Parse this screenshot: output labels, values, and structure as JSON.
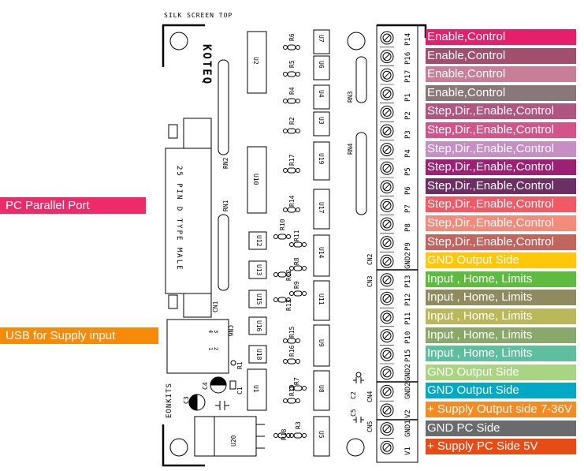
{
  "board": {
    "silk_title": "SILK SCREEN TOP",
    "logo": "KOTEQ",
    "brand": "EONKITS",
    "connector_text": "25 PIN D TYPE MALE",
    "components": {
      "u2": "U2",
      "u7": "U7",
      "u6": "U6",
      "u4": "U4",
      "u3": "U3",
      "u19": "U19",
      "u10": "U10",
      "u17": "U17",
      "u14": "U14",
      "u11": "U11",
      "u9": "U9",
      "u8": "U8",
      "u5": "U5",
      "u1": "U1",
      "u20": "U20",
      "u12": "U12",
      "u13": "U13",
      "u15": "U15",
      "u16": "U16",
      "u18": "U18",
      "r6": "R6",
      "r5": "R5",
      "r4": "R4",
      "r2": "R2",
      "r17": "R17",
      "r14": "R14",
      "r10": "R10",
      "r11": "R11",
      "r8": "R8",
      "r9": "R9",
      "r12": "R12",
      "r13": "R13",
      "r15": "R15",
      "r16": "R16",
      "r7": "R7",
      "r19": "R19",
      "r18": "R18",
      "r3": "R3",
      "r1": "R1",
      "rn1": "RN1",
      "rn2": "RN2",
      "rn3": "RN3",
      "rn4": "RN4",
      "cn1": "CN1",
      "cn2": "CN2",
      "cn3": "CN3",
      "cn4": "CN4",
      "cn5": "CN5",
      "cn6": "CN6",
      "c1": "C1",
      "c2": "C2",
      "c3": "C3",
      "c4": "C4",
      "c5": "C5"
    },
    "usb_pins": [
      "3",
      "2",
      "4",
      "1"
    ],
    "pins": [
      "P14",
      "P16",
      "P17",
      "P1",
      "P2",
      "P3",
      "P4",
      "P5",
      "P6",
      "P7",
      "P8",
      "P9",
      "GND2",
      "P13",
      "P12",
      "P11",
      "P10",
      "P15",
      "GND2",
      "GND2",
      "V2",
      "GND1",
      "V1"
    ]
  },
  "side_labels": [
    {
      "text": "PC Parallel Port",
      "color": "#ed2a6a"
    },
    {
      "text": "USB for Supply input",
      "color": "#f58a0b"
    }
  ],
  "pin_labels": [
    {
      "text": "Enable,Control",
      "color": "#e4206a"
    },
    {
      "text": "Enable,Control",
      "color": "#a24f6e"
    },
    {
      "text": "Enable,Control",
      "color": "#c97e97"
    },
    {
      "text": "Enable,Control",
      "color": "#8a7779"
    },
    {
      "text": "Step,Dir.,Enable,Control",
      "color": "#b15580"
    },
    {
      "text": "Step,Dir.,Enable,Control",
      "color": "#d1558a"
    },
    {
      "text": "Step,Dir.,Enable,Control",
      "color": "#c68ec3"
    },
    {
      "text": "Step,Dir.,Enable,Control",
      "color": "#9c2073"
    },
    {
      "text": "Step,Dir.,Enable,Control",
      "color": "#6c2f63"
    },
    {
      "text": "Step,Dir.,Enable,Control",
      "color": "#ef5a66"
    },
    {
      "text": "Step,Dir.,Enable,Control",
      "color": "#f28b7c"
    },
    {
      "text": "Step,Dir.,Enable,Control",
      "color": "#c3655f"
    },
    {
      "text": "GND Output Side",
      "color": "#ffc709"
    },
    {
      "text": "Input , Home, Limits",
      "color": "#5ebb3f"
    },
    {
      "text": "Input , Home, Limits",
      "color": "#8f8b5f"
    },
    {
      "text": "Input , Home, Limits",
      "color": "#b9b95b"
    },
    {
      "text": "Input , Home, Limits",
      "color": "#8aa86a"
    },
    {
      "text": "Input , Home, Limits",
      "color": "#5fbe9d"
    },
    {
      "text": "GND Output Side",
      "color": "#a9d482"
    },
    {
      "text": "GND Output Side",
      "color": "#00a9c4"
    },
    {
      "text": "+ Supply Output side 7-36V",
      "color": "#f38a22"
    },
    {
      "text": "GND PC Side",
      "color": "#6a6b6d"
    },
    {
      "text": "+ Supply PC Side 5V",
      "color": "#e84c16"
    }
  ]
}
